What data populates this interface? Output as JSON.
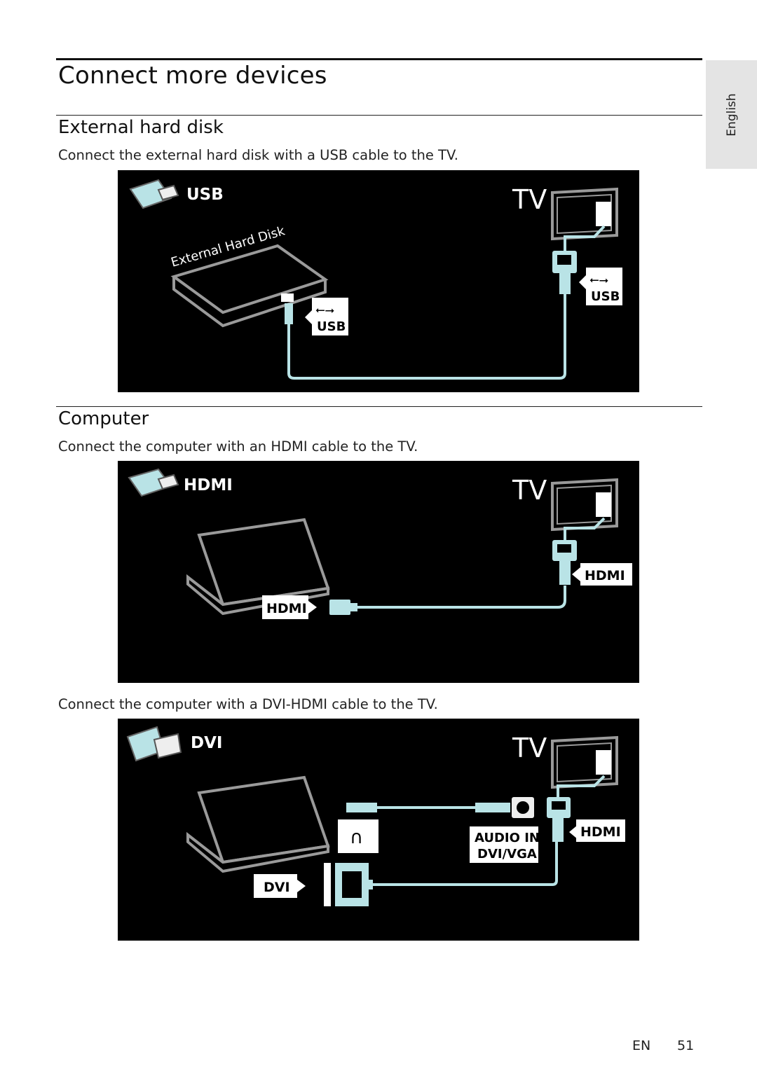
{
  "page": {
    "title": "Connect more devices",
    "language_tab": "English",
    "footer_lang": "EN",
    "page_number": "51"
  },
  "sections": {
    "hdd": {
      "title": "External hard disk",
      "caption": "Connect the external hard disk with a USB cable to the TV.",
      "diagram": {
        "connector_label": "USB",
        "tv_label": "TV",
        "device_label": "External Hard Disk",
        "device_port_label": "USB",
        "tv_port_label": "USB"
      }
    },
    "computer": {
      "title": "Computer",
      "caption_hdmi": "Connect the computer with an HDMI cable to the TV.",
      "diagram_hdmi": {
        "connector_label": "HDMI",
        "tv_label": "TV",
        "device_port_label": "HDMI",
        "tv_port_label": "HDMI"
      },
      "caption_dvi": "Connect the computer with a DVI-HDMI cable to the TV.",
      "diagram_dvi": {
        "connector_label": "DVI",
        "tv_label": "TV",
        "device_port_label": "DVI",
        "audio_in_label_1": "AUDIO IN",
        "audio_in_label_2": "DVI/VGA",
        "tv_port_label": "HDMI"
      }
    }
  },
  "colors": {
    "cable": "#b9e3e6",
    "outline": "#9a9a9a",
    "panel_bg": "#000000"
  }
}
